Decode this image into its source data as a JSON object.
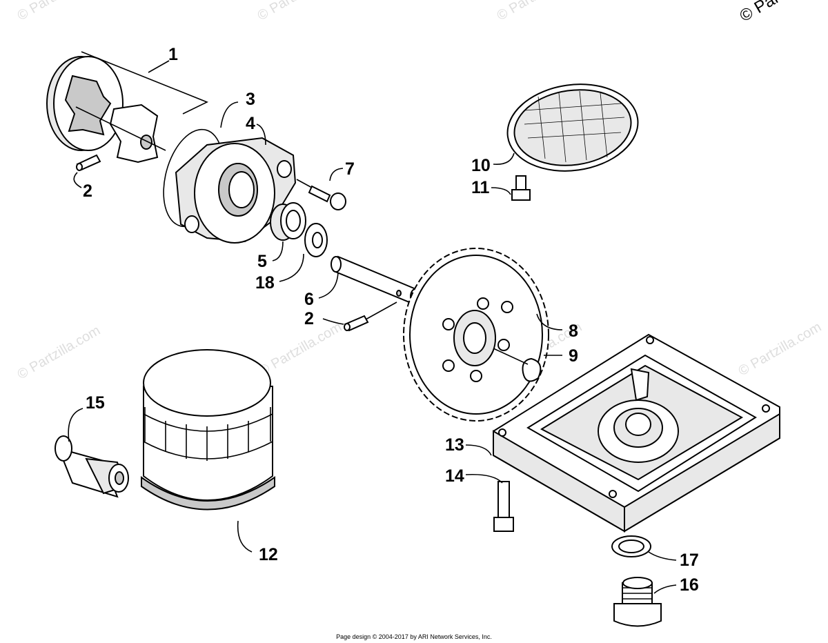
{
  "watermark": {
    "text": "© Partzilla.com",
    "corner_text": "© Partz"
  },
  "footer": "Page design © 2004-2017 by ARI Network Services, Inc.",
  "callouts": [
    "1",
    "2",
    "3",
    "4",
    "7",
    "10",
    "11",
    "5",
    "18",
    "6",
    "2",
    "8",
    "9",
    "15",
    "13",
    "14",
    "12",
    "17",
    "16"
  ],
  "parts": [
    "oil-pump-rotor-set",
    "pin",
    "o-ring",
    "pump-housing",
    "screw",
    "filter-screen",
    "bolt",
    "bearing",
    "washer",
    "pump-shaft",
    "driven-gear",
    "snap-ring",
    "oil-filter",
    "pressure-switch",
    "oil-pan-cover",
    "cap-screw",
    "drain-plug",
    "gasket"
  ]
}
